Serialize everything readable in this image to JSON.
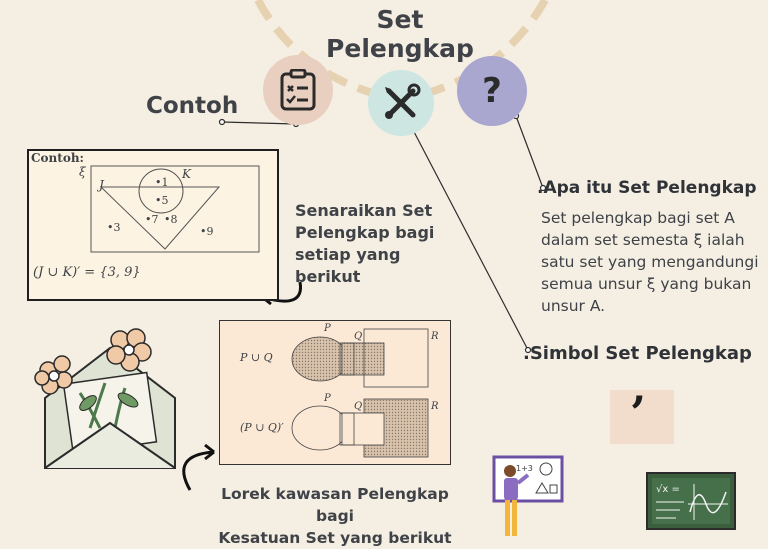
{
  "title": "Set Pelengkap",
  "contoh_label": "Contoh",
  "icons": {
    "checklist": "clipboard-checklist-icon",
    "tools": "wrench-screwdriver-icon",
    "question": "question-mark-icon"
  },
  "definition": {
    "heading": ".Apa itu Set Pelengkap",
    "text": "Set pelengkap bagi set A dalam set semesta ξ ialah satu set yang mengandungi semua unsur ξ yang bukan unsur A."
  },
  "symbol": {
    "heading": ".Simbol Set Pelengkap",
    "glyph": "’"
  },
  "example1": {
    "title": "Contoh:",
    "universal": "ξ",
    "set_j": "J",
    "set_k": "K",
    "elements": [
      "1",
      "5",
      "7",
      "8",
      "3",
      "9"
    ],
    "answer": "(J ∪ K)′ = {3, 9}",
    "instruction": "Senaraikan Set Pelengkap bagi setiap yang berikut"
  },
  "example2": {
    "row1_label": "P ∪ Q",
    "row2_label": "(P ∪ Q)′",
    "set_p": "P",
    "set_q": "Q",
    "set_r": "R",
    "instruction_line1": "Lorek kawasan Pelengkap bagi",
    "instruction_line2": "Kesatuan Set yang berikut"
  },
  "colors": {
    "background": "#f5efe3",
    "pink_circle": "#e8cfc0",
    "teal_circle": "#cde6e2",
    "purple_circle": "#a9a6cf",
    "dashed_arc": "#e6d2b0"
  }
}
